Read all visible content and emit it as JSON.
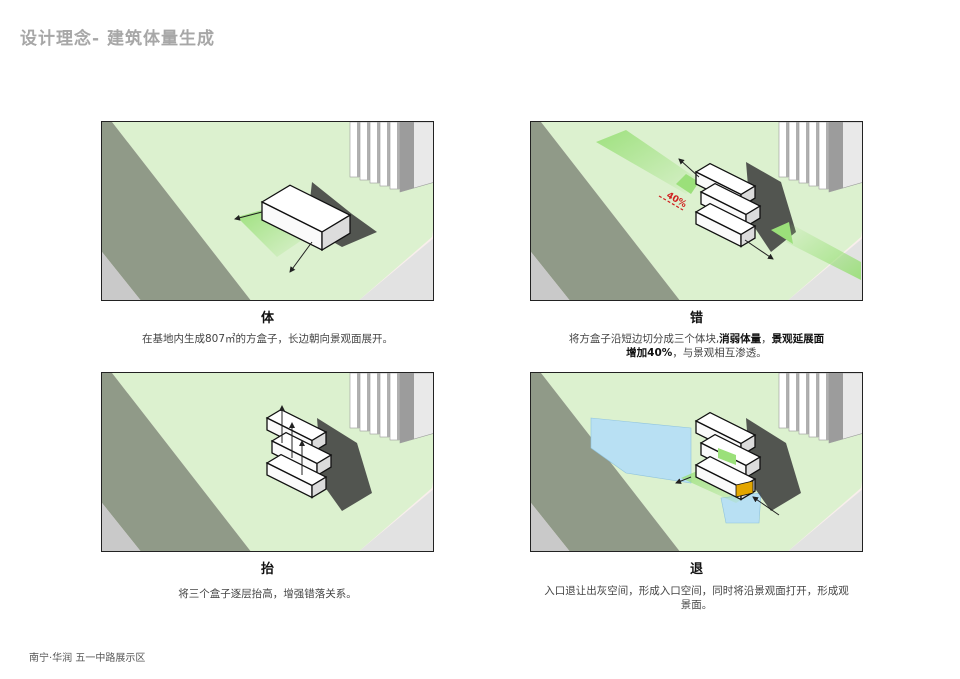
{
  "header": {
    "title": "设计理念- 建筑体量生成"
  },
  "footer": {
    "text": "南宁·华润 五一中路展示区"
  },
  "panels": [
    {
      "title": "体",
      "text": "在基地内生成807㎡的方盒子，长边朝向景观面展开。"
    },
    {
      "title": "错",
      "text_parts": [
        "将方盒子沿短边切分成三个体块,",
        "消弱体量",
        "，",
        "景观延展面",
        "增加40%",
        "，与景观相互渗透。"
      ],
      "annotation": "40%"
    },
    {
      "title": "抬",
      "text": "将三个盒子逐层抬高，增强错落关系。"
    },
    {
      "title": "退",
      "text": "入口退让出灰空间，形成入口空间，同时将沿景观面打开，形成观景面。"
    }
  ],
  "colors": {
    "grass": "#dcf1cf",
    "road": "#909a88",
    "plaza": "#fdf6f3",
    "accent_green": "#9be07a",
    "water": "#b8e0f3",
    "entrance": "#e3a600",
    "annotation": "#d02020"
  }
}
